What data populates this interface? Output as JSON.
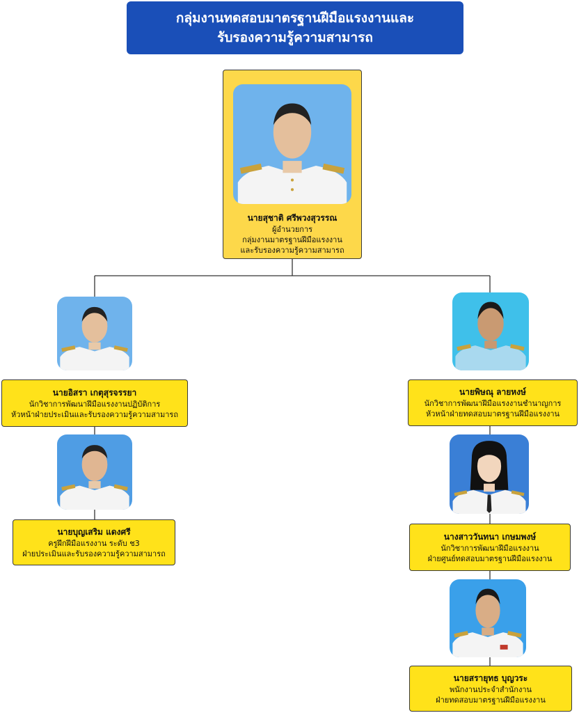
{
  "header": {
    "line1": "กลุ่มงานทดสอบมาตรฐานฝีมือแรงงานและ",
    "line2": "รับรองความรู้ความสามารถ"
  },
  "director": {
    "name": "นายสุชาติ ศรีพวงสุวรรณ",
    "position": "ผู้อำนวยการ",
    "dept1": "กลุ่มงานมาตรฐานฝีมือแรงงาน",
    "dept2": "และรับรองความรู้ความสามารถ"
  },
  "staff": [
    {
      "name": "นายอิสรา เกตุสุรจรรยา",
      "line1": "นักวิชาการพัฒนาฝีมือแรงงานปฏิบัติการ",
      "line2": "หัวหน้าฝ่ายประเมินและรับรองความรู้ความสามารถ"
    },
    {
      "name": "นายบุญเสริม แดงศรี",
      "line1": "ครูฝึกฝีมือแรงงาน ระดับ ช3",
      "line2": "ฝ่ายประเมินและรับรองความรู้ความสามารถ"
    },
    {
      "name": "นายพิษณุ ลายหงษ์",
      "line1": "นักวิชาการพัฒนาฝีมือแรงงานชำนาญการ",
      "line2": "หัวหน้าฝ่ายทดสอบมาตรฐานฝีมือแรงงาน"
    },
    {
      "name": "นางสาววันทนา เกษมพงษ์",
      "line1": "นักวิชาการพัฒนาฝีมือแรงงาน",
      "line2": "ฝ่ายศูนย์ทดสอบมาตรฐานฝีมือแรงงาน"
    },
    {
      "name": "นายสรายุทธ บุญวระ",
      "line1": "พนักงานประจำสำนักงาน",
      "line2": "ฝ่ายทดสอบมาตรฐานฝีมือแรงงาน"
    }
  ],
  "colors": {
    "header_bg": "#1a4fb8",
    "director_card": "#fdd84a",
    "staff_box": "#ffe21a",
    "photo_bg": "#6fb3ec",
    "uniform": "#f4f4f4"
  }
}
